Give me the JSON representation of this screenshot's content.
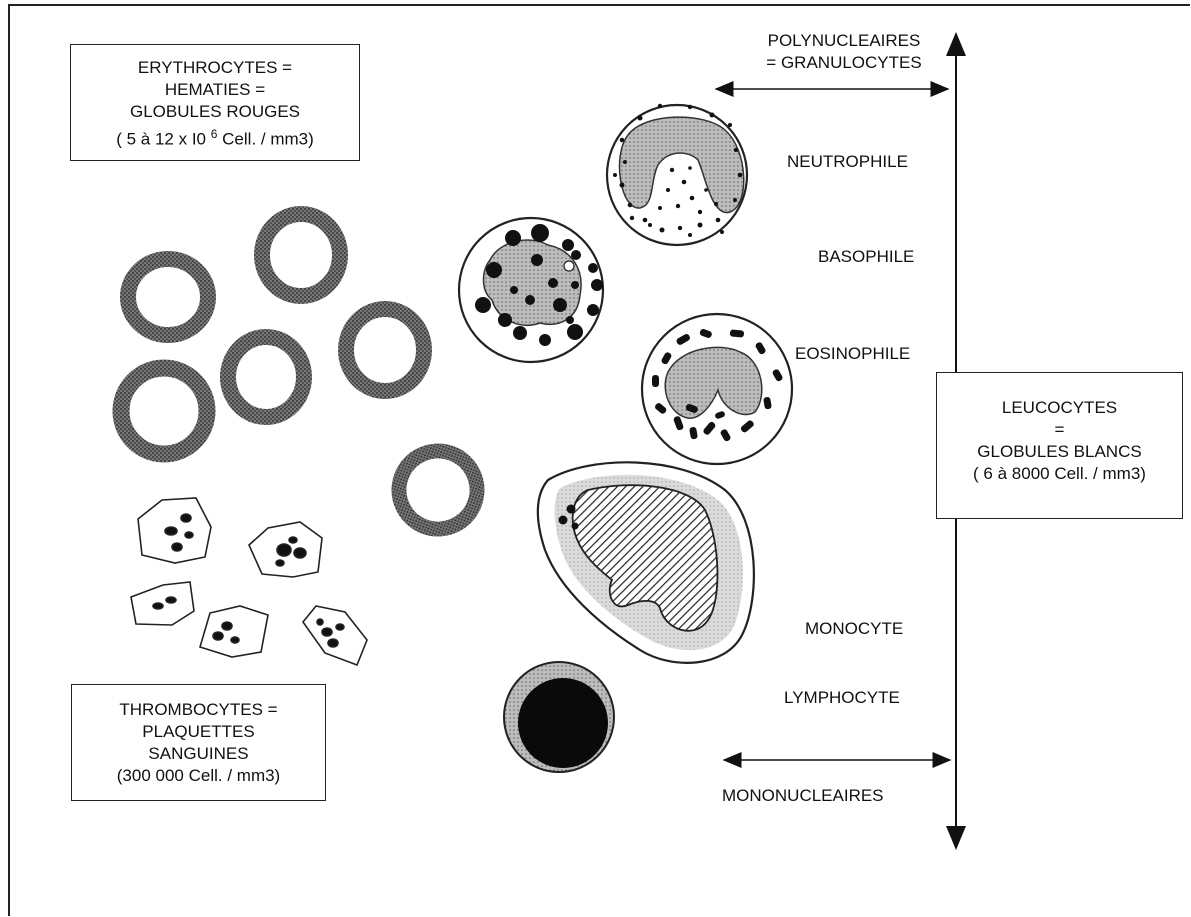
{
  "erythro_box": {
    "lines": [
      "ERYTHROCYTES =",
      "HEMATIES =",
      "GLOBULES ROUGES"
    ],
    "count_prefix": "( 5 à 12 x I0",
    "count_sup": "6",
    "count_suffix": "Cell. / mm3)"
  },
  "thrombo_box": {
    "lines": [
      "THROMBOCYTES =",
      "PLAQUETTES",
      "SANGUINES",
      "(300 000 Cell. / mm3)"
    ]
  },
  "leuco_box": {
    "lines": [
      "LEUCOCYTES",
      "=",
      "GLOBULES BLANCS",
      "( 6 à 8000 Cell. / mm3)"
    ]
  },
  "groups": {
    "polynucleaires_line1": "POLYNUCLEAIRES",
    "polynucleaires_line2": "= GRANULOCYTES",
    "mononucleaires": "MONONUCLEAIRES"
  },
  "cell_labels": {
    "neutrophile": "NEUTROPHILE",
    "basophile": "BASOPHILE",
    "eosinophile": "EOSINOPHILE",
    "monocyte": "MONOCYTE",
    "lymphocyte": "LYMPHOCYTE"
  }
}
